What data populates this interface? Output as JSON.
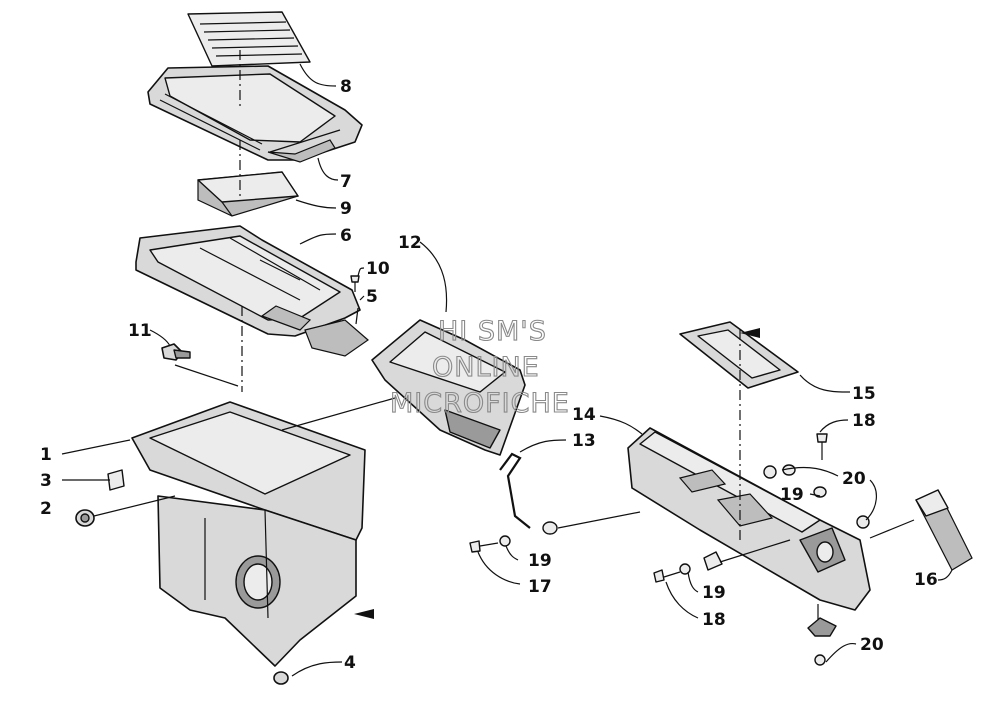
{
  "callouts": {
    "c1": "1",
    "c2": "2",
    "c3": "3",
    "c4": "4",
    "c5": "5",
    "c6": "6",
    "c7": "7",
    "c8": "8",
    "c9": "9",
    "c10": "10",
    "c11": "11",
    "c12": "12",
    "c13": "13",
    "c14": "14",
    "c15": "15",
    "c16": "16",
    "c17": "17",
    "c18a": "18",
    "c18b": "18",
    "c19a": "19",
    "c19b": "19",
    "c19c": "19",
    "c20a": "20",
    "c20b": "20"
  },
  "watermark": {
    "line1": "HI SM'S",
    "line2": "ONLINE",
    "line3": "MICROFICHE"
  },
  "colors": {
    "line": "#111111",
    "part_fill": "#d9d9d9",
    "watermark": "#8a8a8a",
    "background": "#ffffff"
  }
}
